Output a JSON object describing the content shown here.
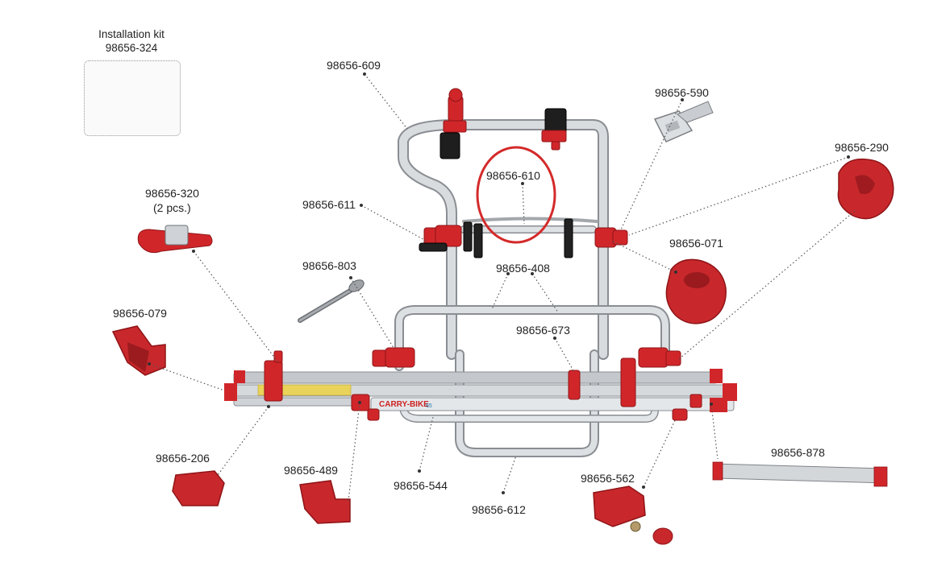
{
  "kit": {
    "title": "Installation kit",
    "code": "98656-324"
  },
  "parts": {
    "p609": "98656-609",
    "p590": "98656-590",
    "p290": "98656-290",
    "p610": "98656-610",
    "p611": "98656-611",
    "p320": "98656-320",
    "p320_qty": "(2 pcs.)",
    "p071": "98656-071",
    "p803": "98656-803",
    "p408": "98656-408",
    "p079": "98656-079",
    "p673": "98656-673",
    "p206": "98656-206",
    "p489": "98656-489",
    "p544": "98656-544",
    "p562": "98656-562",
    "p878": "98656-878",
    "p612": "98656-612"
  },
  "rail_text": {
    "brand": "CARRY-BIKE",
    "tag": "65"
  },
  "colors": {
    "frame": "#c9ccd0",
    "frame_edge": "#8a8e93",
    "accent": "#d0262a",
    "highlight": "#d42a2a",
    "leader": "#555555"
  }
}
